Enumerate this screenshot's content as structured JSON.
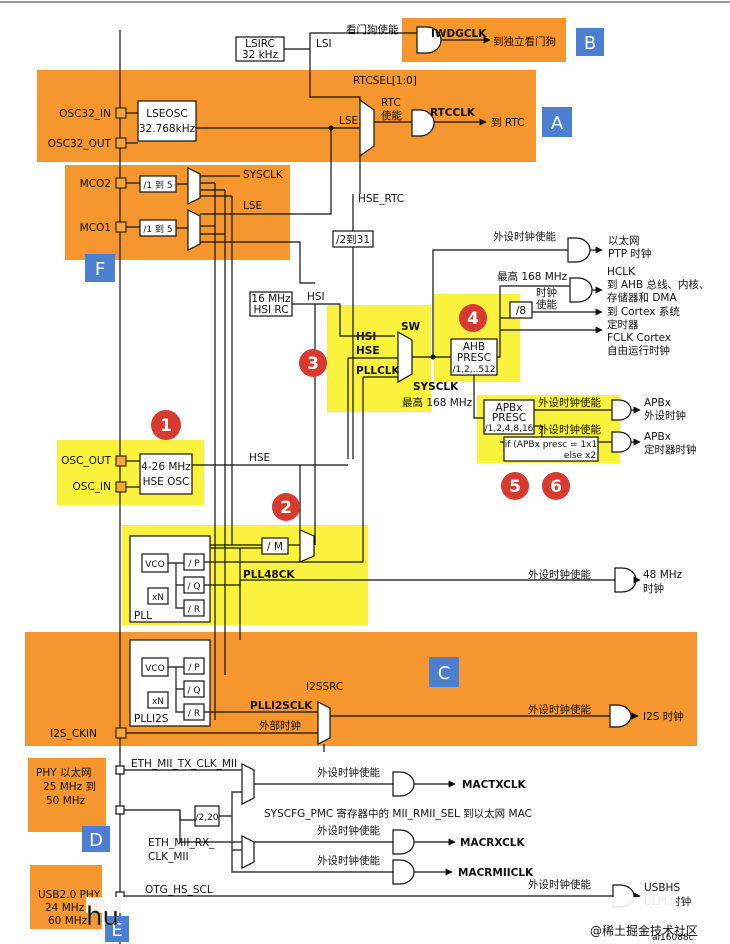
{
  "watermark": "@稀土掘金技术社区",
  "figure_id": "ai16088c",
  "overlay_text": "hu",
  "tags": {
    "A": "A",
    "B": "B",
    "C": "C",
    "D": "D",
    "E": "E",
    "F": "F"
  },
  "numbers": {
    "n1": "1",
    "n2": "2",
    "n3": "3",
    "n4": "4",
    "n5": "5",
    "n6": "6"
  },
  "pins": {
    "osc32_in": "OSC32_IN",
    "osc32_out": "OSC32_OUT",
    "mco2": "MCO2",
    "mco1": "MCO1",
    "osc_out": "OSC_OUT",
    "osc_in": "OSC_IN",
    "i2s_ckin": "I2S_CKIN"
  },
  "blocks": {
    "lsirc_1": "LSIRC",
    "lsirc_2": "32 kHz",
    "lseosc_1": "LSEOSC",
    "lseosc_2": "32.768kHz",
    "hsirc_1": "16 MHz",
    "hsirc_2": "HSI RC",
    "hseosc_1": "4-26 MHz",
    "hseosc_2": "HSE OSC",
    "div2_31": "/2到31",
    "mco_div": "/1 到 5",
    "ahb_1": "AHB",
    "ahb_2": "PRESC",
    "ahb_3": "/1,2,..512",
    "apb_1": "APBx",
    "apb_2": "PRESC",
    "apb_3": "/1,2,4,8,16",
    "apb_if_1": "if (APBx presc = 1x1",
    "apb_if_2": "else x2",
    "div8": "/8",
    "divm": "/ M",
    "div2_20": "/2,20",
    "vco": "VCO",
    "xn": "xN",
    "p": "/ P",
    "q": "/ Q",
    "r": "/ R",
    "pll": "PLL",
    "plli2s": "PLLI2S",
    "phy_1": "PHY 以太网",
    "phy_2": "25 MHz 到",
    "phy_3": "50 MHz",
    "usb_1": "USB2.0 PHY",
    "usb_2": "24 MHz 到",
    "usb_3": "60 MHz"
  },
  "signals": {
    "lsi": "LSI",
    "lse": "LSE",
    "lse2": "LSE",
    "sysclk_top": "SYSCLK",
    "hse_rtc": "HSE_RTC",
    "rtcsel": "RTCSEL[1:0]",
    "hsi": "HSI",
    "hsi_mux": "HSI",
    "hse_mux": "HSE",
    "pllclk": "PLLCLK",
    "sw": "SW",
    "sysclk": "SYSCLK",
    "sysclk_max": "最高 168 MHz",
    "hse": "HSE",
    "pll48ck": "PLL48CK",
    "i2ssrc": "I2SSRC",
    "plli2sclk": "PLLI2SCLK",
    "ext_clk": "外部时钟",
    "eth_tx": "ETH_MII_TX_CLK_MII",
    "eth_rx_1": "ETH_MII_RX_",
    "eth_rx_2": "CLK_MII",
    "syscfg": "SYSCFG_PMC 寄存器中的 MII_RMII_SEL 到以太网 MAC",
    "otg": "OTG_HS_SCL"
  },
  "outputs": {
    "iwdg_en": "看门狗使能",
    "iwdgclk": "IWDGCLK",
    "iwdg_dest": "到独立看门狗",
    "rtc_en_1": "RTC",
    "rtc_en_2": "使能",
    "rtcclk": "RTCCLK",
    "rtc_dest": "到 RTC",
    "ptp_en": "外设时钟使能",
    "ptp_1": "以太网",
    "ptp_2": "PTP 时钟",
    "hclk_max": "最高 168 MHz",
    "hclk_en_1": "时钟",
    "hclk_en_2": "使能",
    "hclk": "HCLK",
    "hclk_1": "到 AHB 总线、内核、",
    "hclk_2": "存储器和 DMA",
    "cortex_1": "到 Cortex 系统",
    "cortex_2": "定时器",
    "fclk_1": "FCLK Cortex",
    "fclk_2": "自由运行时钟",
    "apbx_en": "外设时钟使能",
    "apbx_1": "APBx",
    "apbx_2": "外设时钟",
    "apbx_tim_en": "外设时钟使能",
    "apbx_tim_1": "APBx",
    "apbx_tim_2": "定时器时钟",
    "mhz48_en": "外设时钟使能",
    "mhz48_1": "48 MHz",
    "mhz48_2": "时钟",
    "i2s_en": "外设时钟使能",
    "i2s_clk": "I2S 时钟",
    "mactx_en": "外设时钟使能",
    "mactx": "MACTXCLK",
    "macrx_en": "外设时钟使能",
    "macrx": "MACRXCLK",
    "macrmii_en": "外设时钟使能",
    "macrmii": "MACRMIICLK",
    "usbhs_en": "外设时钟使能",
    "usbhs_1": "USBHS",
    "usbhs_2": "ULPI 时钟"
  }
}
